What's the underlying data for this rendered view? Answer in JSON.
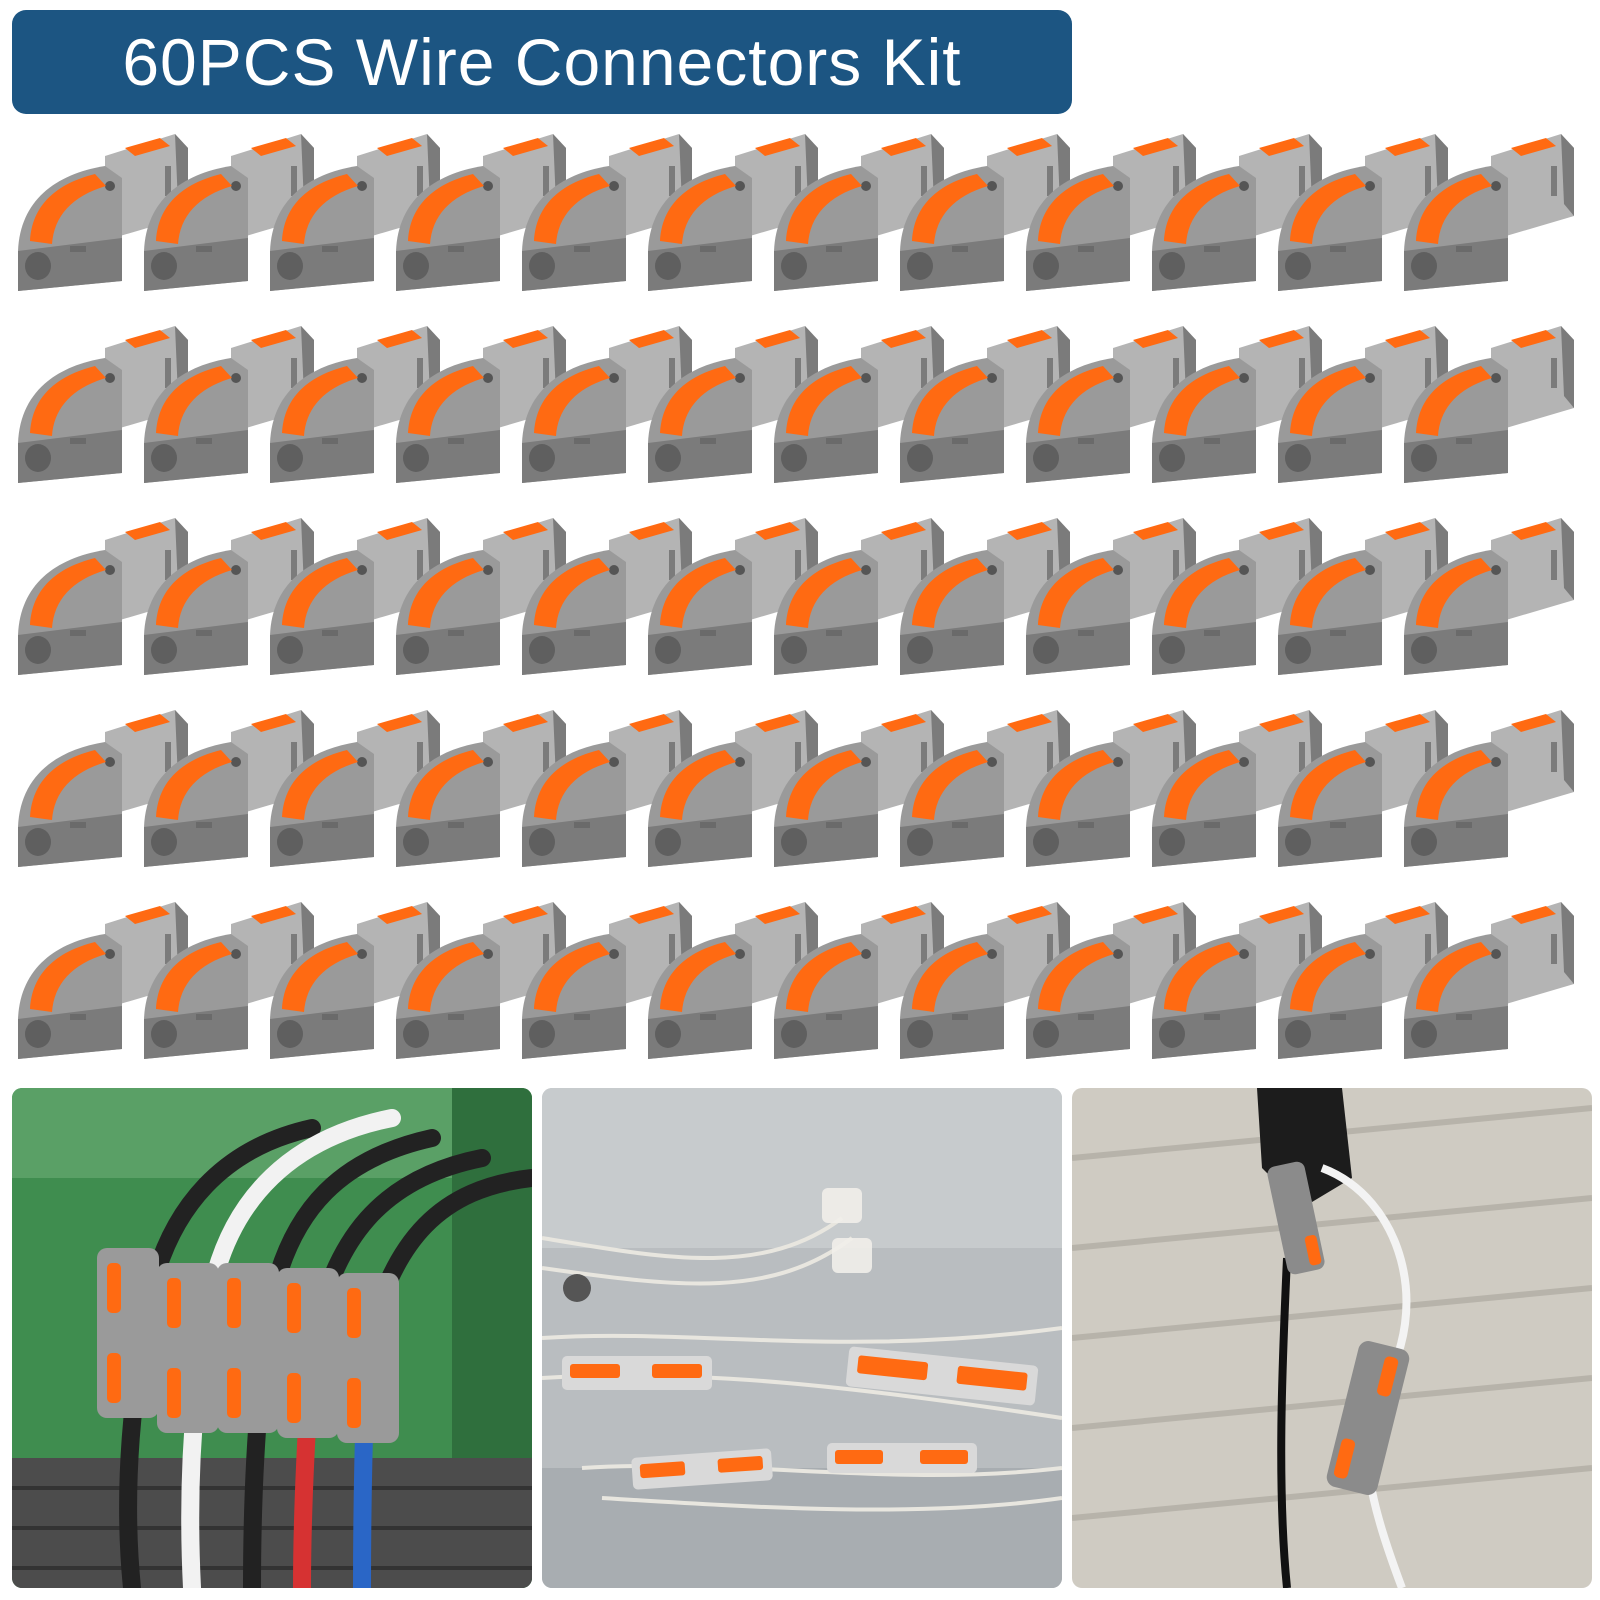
{
  "title": "60PCS Wire Connectors Kit",
  "colors": {
    "banner": "#1c5582",
    "connector_body": "#9a9a9a",
    "connector_shadow": "#7b7b7b",
    "connector_light": "#b4b4b4",
    "lever": "#ff6a12"
  },
  "connector_grid": {
    "rows": 5,
    "columns": 12
  }
}
